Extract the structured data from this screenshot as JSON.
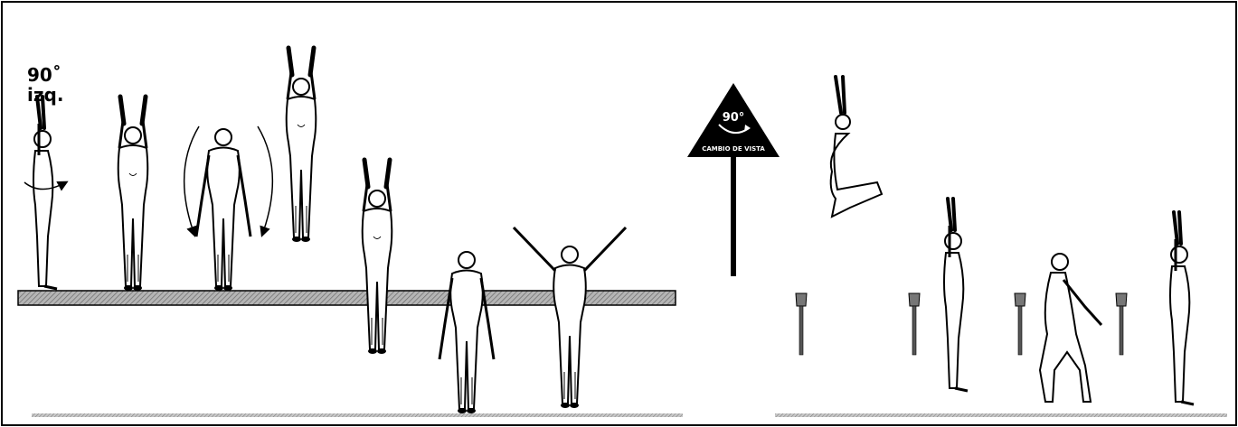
{
  "rotation_label": {
    "angle": "90˚",
    "direction": "izq."
  },
  "sign": {
    "angle": "90°",
    "caption": "CAMBIO DE VISTA"
  },
  "colors": {
    "ink": "#000000",
    "beam": "#8c8c8c",
    "floor": "#9a9a9a",
    "background": "#ffffff"
  }
}
